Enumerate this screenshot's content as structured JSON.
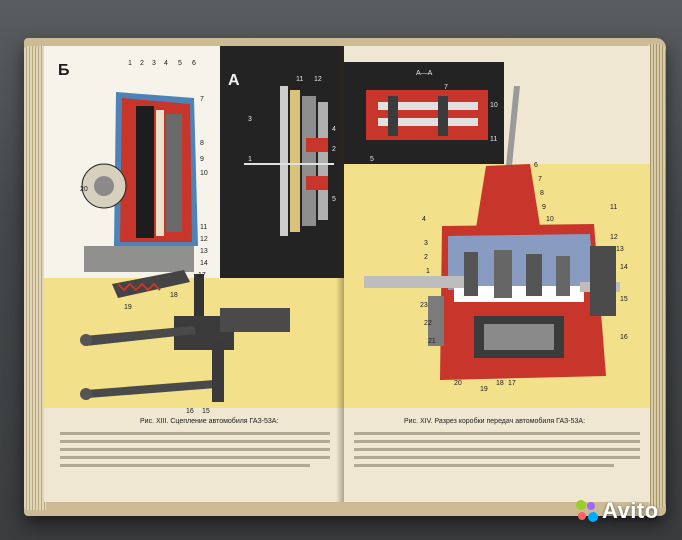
{
  "left_page": {
    "letter_b": "Б",
    "letter_a": "А",
    "callouts_b_top": [
      "1",
      "2",
      "3",
      "4",
      "5",
      "6"
    ],
    "callouts_b_right": [
      "7",
      "8",
      "9",
      "10",
      "11",
      "12",
      "13",
      "14"
    ],
    "callout_20": "20",
    "callouts_bottom": [
      "19",
      "18",
      "17",
      "16",
      "15"
    ],
    "callouts_a": [
      "11",
      "12",
      "3",
      "1",
      "4",
      "2",
      "5"
    ],
    "caption": "Рис. XIII. Сцепление автомобиля ГАЗ-53А:"
  },
  "right_page": {
    "section_label": "А—А",
    "callouts_section": [
      "7",
      "10",
      "11",
      "5"
    ],
    "callouts_main_right": [
      "6",
      "7",
      "8",
      "9",
      "10",
      "11",
      "12",
      "13",
      "14",
      "15",
      "16"
    ],
    "callouts_main_left": [
      "4",
      "3",
      "2",
      "1",
      "23",
      "22",
      "21",
      "20"
    ],
    "callouts_bottom": [
      "19",
      "18",
      "17"
    ],
    "caption": "Рис. XIV. Разрез коробки передач автомобиля ГАЗ-53А:"
  },
  "watermark": {
    "text": "Avito"
  },
  "colors": {
    "yellow": "#f2e08a",
    "red": "#c8352b",
    "dark": "#232323",
    "page": "#efe7d1"
  }
}
